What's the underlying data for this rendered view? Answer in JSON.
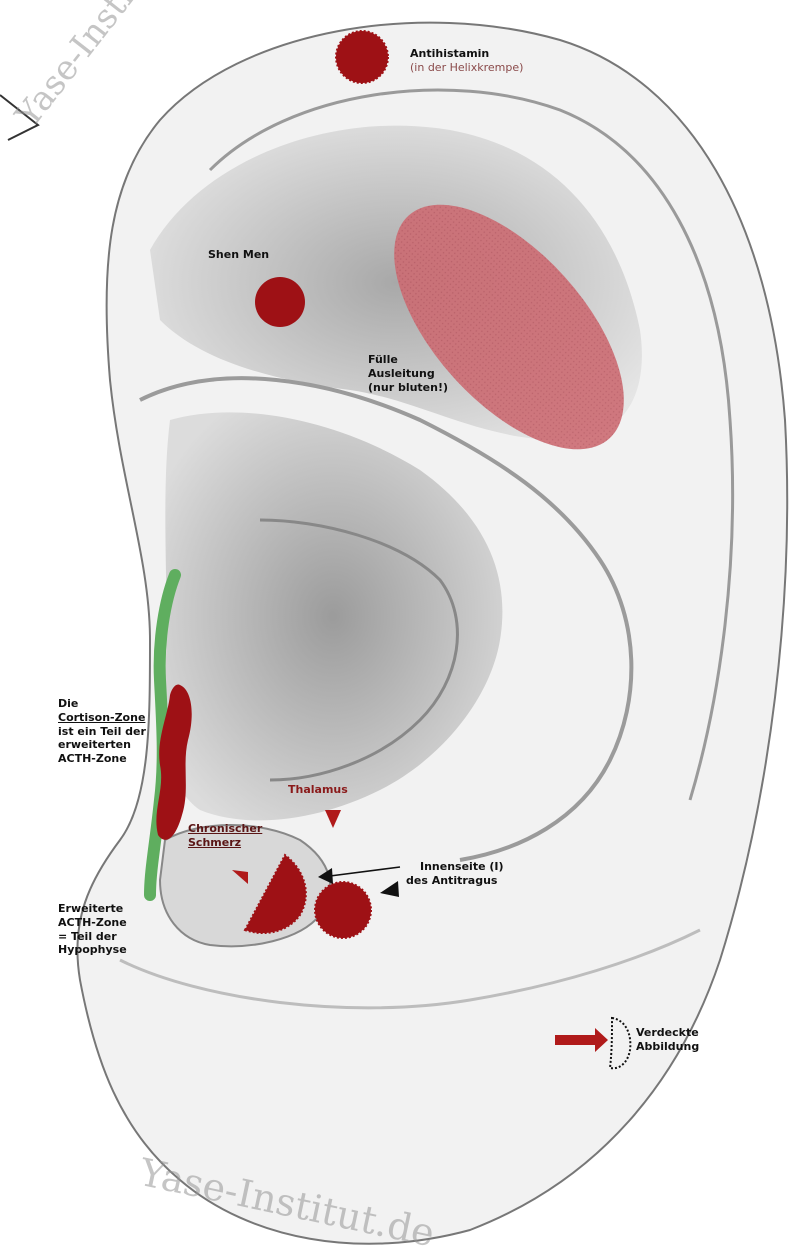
{
  "watermark": {
    "top": "Yase-Institut.de",
    "bottom": "Yase-Institut.de"
  },
  "labels": {
    "antihistamin": "Antihistamin",
    "antihistamin_sub": "(in der Helixkrempe)",
    "shen_men": "Shen Men",
    "fuelle_1": "Fülle",
    "fuelle_2": "Ausleitung",
    "fuelle_3": "(nur bluten!)",
    "cortison_1": "Die",
    "cortison_2": "Cortison-Zone",
    "cortison_3": "ist ein Teil der",
    "cortison_4": "erweiterten",
    "cortison_5": "ACTH-Zone",
    "thalamus": "Thalamus",
    "chronisch_1": "Chronischer",
    "chronisch_2": "Schmerz",
    "innenseite_1": "Innenseite (I)",
    "innenseite_2": "des Antitragus",
    "erweitert_1": "Erweiterte",
    "erweitert_2": "ACTH-Zone",
    "erweitert_3": "= Teil der",
    "erweitert_4": "Hypophyse",
    "verdeckt_1": "Verdeckte",
    "verdeckt_2": "Abbildung"
  },
  "colors": {
    "point_red": "#9e1115",
    "zone_pink": "#cc6b72",
    "acth_green": "#5fae5f",
    "arrow_red": "#b01a1a",
    "ink": "#111111"
  }
}
